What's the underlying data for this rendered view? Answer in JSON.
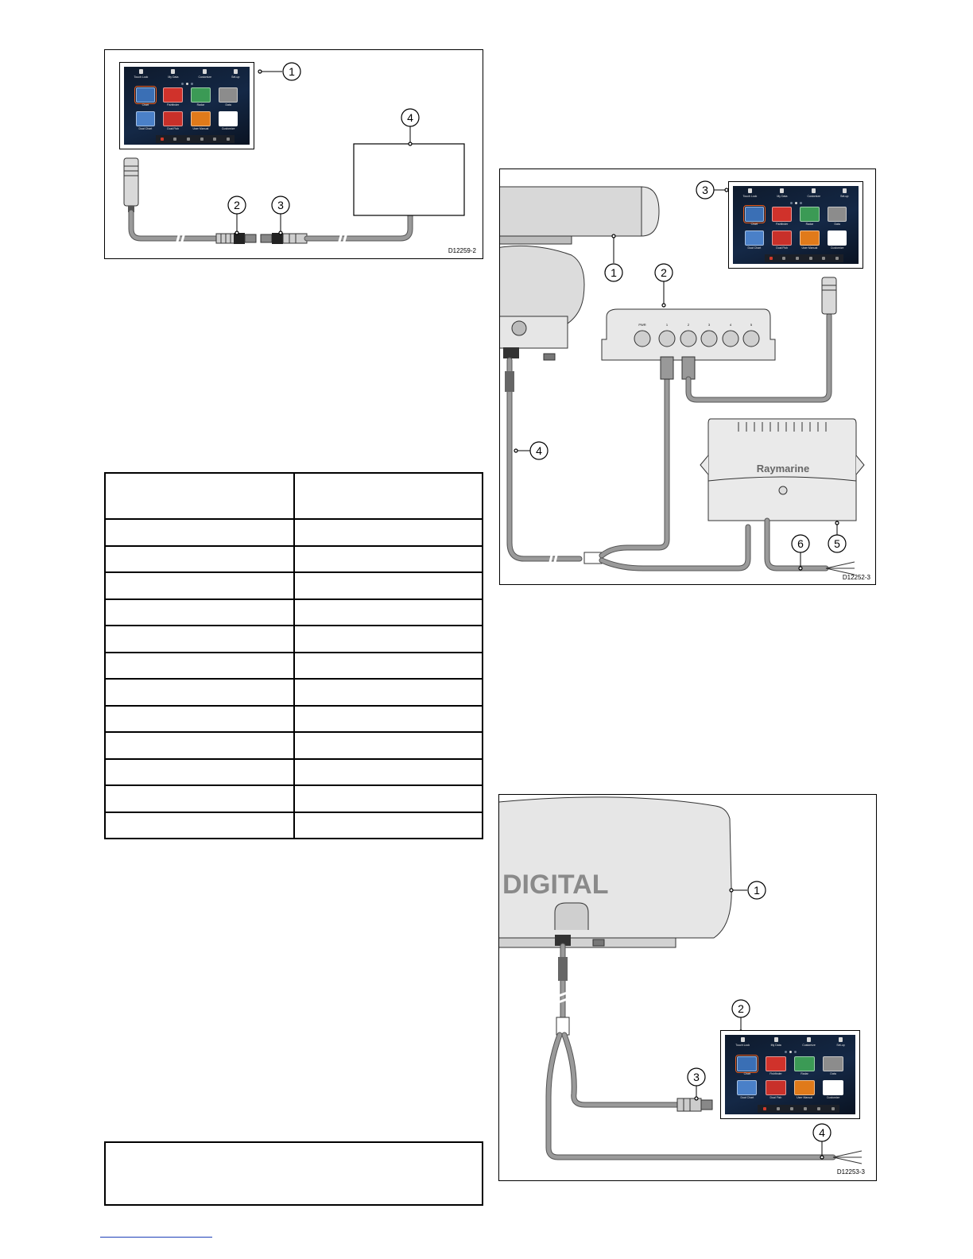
{
  "colors": {
    "cable": "#9a9a9a",
    "screen_bg": "#142846",
    "selection_outline": "#e85a1a",
    "link_underline": "#1d3fb8"
  },
  "mfd_screen": {
    "top_items": [
      {
        "label": "Touch Lock",
        "icon": "hand-icon"
      },
      {
        "label": "My Data",
        "icon": "share-icon"
      },
      {
        "label": "Customize",
        "icon": "person-icon"
      },
      {
        "label": "Set-up",
        "icon": "wrench-icon"
      }
    ],
    "apps": [
      {
        "label": "Chart",
        "color": "#3a6fb5",
        "selected": true
      },
      {
        "label": "Fishfinder",
        "color": "#d0322b",
        "selected": false
      },
      {
        "label": "Radar",
        "color": "#3b9a55",
        "selected": false
      },
      {
        "label": "Data",
        "color": "#8c8c8c",
        "selected": false
      },
      {
        "label": "Dual Chart",
        "color": "#4a80c8",
        "selected": false
      },
      {
        "label": "Dual Fish",
        "color": "#c8302a",
        "selected": false
      },
      {
        "label": "User Manual",
        "color": "#e07a1a",
        "selected": false
      },
      {
        "label": "Customize",
        "color": "#ffffff",
        "selected": false
      }
    ],
    "bottom_bar": [
      "power-icon",
      "sleep-icon",
      "power-off-icon",
      "display-icon",
      "settings-icon",
      "lock-icon"
    ]
  },
  "figure_1": {
    "code": "D12259-2",
    "callouts": [
      "1",
      "2",
      "3",
      "4"
    ]
  },
  "figure_2": {
    "code": "D12252-3",
    "callouts": [
      "1",
      "2",
      "3",
      "4",
      "5",
      "6"
    ],
    "brand": "Raymarine",
    "switch_port_labels": [
      "PWR",
      "1",
      "2",
      "3",
      "4",
      "5"
    ]
  },
  "figure_3": {
    "code": "D12253-3",
    "callouts": [
      "1",
      "2",
      "3",
      "4"
    ],
    "dome_text": "DIGITAL"
  },
  "table": {
    "header": [
      "",
      ""
    ],
    "rows": [
      [
        "",
        ""
      ],
      [
        "",
        ""
      ],
      [
        "",
        ""
      ],
      [
        "",
        ""
      ],
      [
        "",
        ""
      ],
      [
        "",
        ""
      ],
      [
        "",
        ""
      ],
      [
        "",
        ""
      ],
      [
        "",
        ""
      ],
      [
        "",
        ""
      ],
      [
        "",
        ""
      ],
      [
        "",
        ""
      ]
    ]
  }
}
